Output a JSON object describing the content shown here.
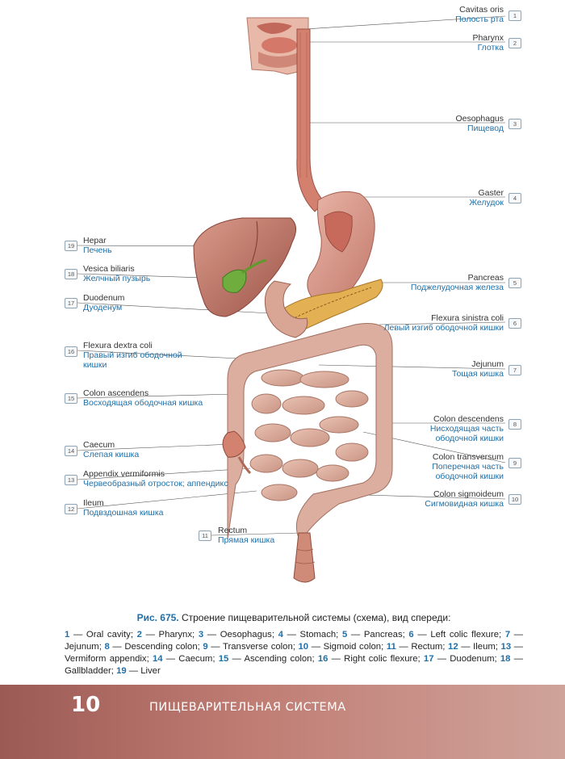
{
  "labels": [
    {
      "n": "1",
      "lat": "Cavitas oris",
      "rus": "Полость рта"
    },
    {
      "n": "2",
      "lat": "Pharynx",
      "rus": "Глотка"
    },
    {
      "n": "3",
      "lat": "Oesophagus",
      "rus": "Пищевод"
    },
    {
      "n": "4",
      "lat": "Gaster",
      "rus": "Желудок"
    },
    {
      "n": "5",
      "lat": "Pancreas",
      "rus": "Поджелудочная железа"
    },
    {
      "n": "6",
      "lat": "Flexura sinistra coli",
      "rus": "Левый изгиб ободочной кишки"
    },
    {
      "n": "7",
      "lat": "Jejunum",
      "rus": "Тощая кишка"
    },
    {
      "n": "8",
      "lat": "Colon descendens",
      "rus": "Нисходящая часть ободочной кишки"
    },
    {
      "n": "9",
      "lat": "Colon transversum",
      "rus": "Поперечная часть ободочной кишки"
    },
    {
      "n": "10",
      "lat": "Colon sigmoideum",
      "rus": "Сигмовидная кишка"
    },
    {
      "n": "11",
      "lat": "Rectum",
      "rus": "Прямая кишка"
    },
    {
      "n": "12",
      "lat": "Ileum",
      "rus": "Подвздошная кишка"
    },
    {
      "n": "13",
      "lat": "Appendix vermiformis",
      "rus": "Червеобразный отросток; аппендикс"
    },
    {
      "n": "14",
      "lat": "Caecum",
      "rus": "Слепая кишка"
    },
    {
      "n": "15",
      "lat": "Colon ascendens",
      "rus": "Восходящая ободочная кишка"
    },
    {
      "n": "16",
      "lat": "Flexura dextra coli",
      "rus": "Правый изгиб ободочной кишки"
    },
    {
      "n": "17",
      "lat": "Duodenum",
      "rus": "Дуоденум"
    },
    {
      "n": "18",
      "lat": "Vesica biliaris",
      "rus": "Желчный пузырь"
    },
    {
      "n": "19",
      "lat": "Hepar",
      "rus": "Печень"
    }
  ],
  "caption": {
    "fig_label": "Рис. 675.",
    "title": " Строение пищеварительной системы (схема), вид спереди:",
    "legend": [
      {
        "n": "1",
        "t": "Oral cavity"
      },
      {
        "n": "2",
        "t": "Pharynx"
      },
      {
        "n": "3",
        "t": "Oesophagus"
      },
      {
        "n": "4",
        "t": "Stomach"
      },
      {
        "n": "5",
        "t": "Pancreas"
      },
      {
        "n": "6",
        "t": "Left colic flexure"
      },
      {
        "n": "7",
        "t": "Jejunum"
      },
      {
        "n": "8",
        "t": "Descending colon"
      },
      {
        "n": "9",
        "t": "Transverse colon"
      },
      {
        "n": "10",
        "t": "Sigmoid colon"
      },
      {
        "n": "11",
        "t": "Rectum"
      },
      {
        "n": "12",
        "t": "Ileum"
      },
      {
        "n": "13",
        "t": "Vermiform appendix"
      },
      {
        "n": "14",
        "t": "Caecum"
      },
      {
        "n": "15",
        "t": "Ascending colon"
      },
      {
        "n": "16",
        "t": "Right colic flexure"
      },
      {
        "n": "17",
        "t": "Duodenum"
      },
      {
        "n": "18",
        "t": "Gallbladder"
      },
      {
        "n": "19",
        "t": "Liver"
      }
    ]
  },
  "footer": {
    "page_number": "10",
    "section_title": "ПИЩЕВАРИТЕЛЬНАЯ СИСТЕМА"
  }
}
